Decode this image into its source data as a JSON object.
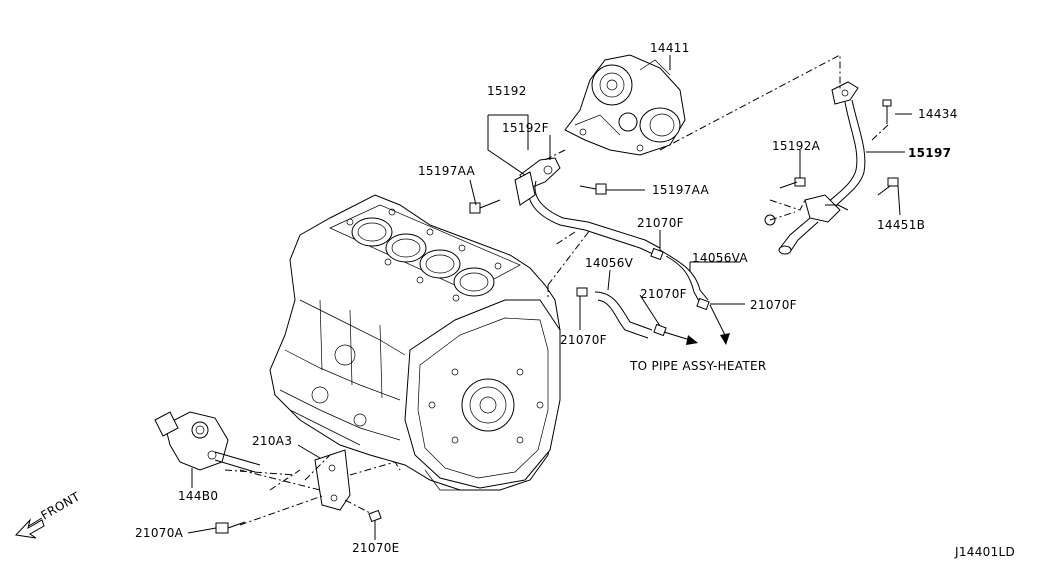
{
  "labels": {
    "p14411": "14411",
    "p15192": "15192",
    "p15192F": "15192F",
    "p15197AA_left": "15197AA",
    "p15197AA_right": "15197AA",
    "p14434": "14434",
    "p15192A": "15192A",
    "p15197": "15197",
    "p14451B": "14451B",
    "p21070F_top": "21070F",
    "p14056V": "14056V",
    "p14056VA": "14056VA",
    "p21070F_mid": "21070F",
    "p21070F_right": "21070F",
    "p21070F_left": "21070F",
    "to_pipe": "TO PIPE ASSY-HEATER",
    "p210A3": "210A3",
    "p144B0": "144B0",
    "p21070A": "21070A",
    "p21070E": "21070E",
    "front": "FRONT",
    "diagram_id": "J14401LD"
  }
}
